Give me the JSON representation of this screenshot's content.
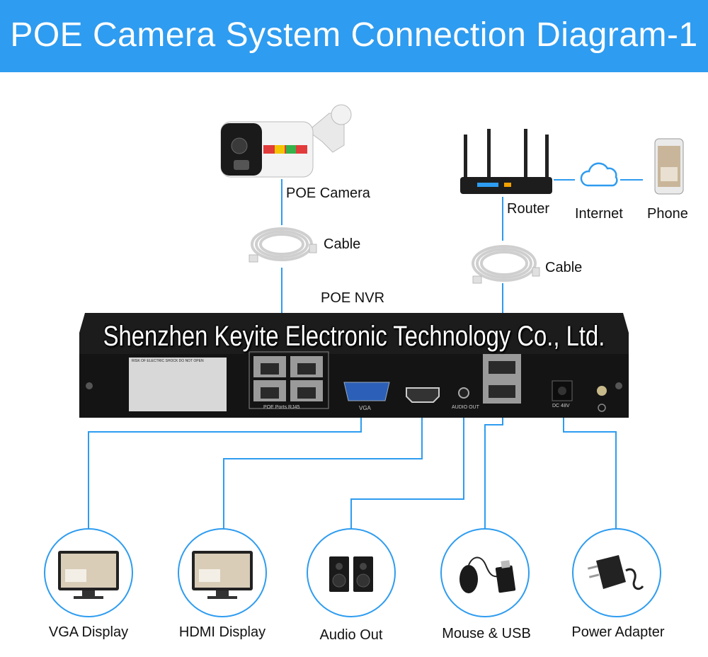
{
  "header": {
    "title": "POE Camera System Connection Diagram-1"
  },
  "top": {
    "camera_label": "POE Camera",
    "cable_left_label": "Cable",
    "router_label": "Router",
    "internet_label": "Internet",
    "phone_label": "Phone",
    "cable_right_label": "Cable",
    "nvr_label": "POE NVR"
  },
  "nvr": {
    "vga_port": "VGA",
    "audio_port": "AUDIO OUT",
    "poe_ports": "POE Ports RJ45",
    "dc_port": "DC 48V",
    "warning_title": "RISK OF ELECTRIC SHOCK DO NOT OPEN"
  },
  "watermark": "Shenzhen Keyite Electronic Technology Co., Ltd.",
  "outputs": [
    {
      "label": "VGA Display",
      "icon": "monitor-icon"
    },
    {
      "label": "HDMI Display",
      "icon": "monitor-icon"
    },
    {
      "label": "Audio Out",
      "icon": "speakers-icon"
    },
    {
      "label": "Mouse & USB",
      "icon": "mouse-usb-icon"
    },
    {
      "label": "Power Adapter",
      "icon": "power-adapter-icon"
    }
  ],
  "colors": {
    "accent": "#2e9cf0",
    "nvr_body": "#1c1c1c",
    "line": "#2e9cf0"
  }
}
